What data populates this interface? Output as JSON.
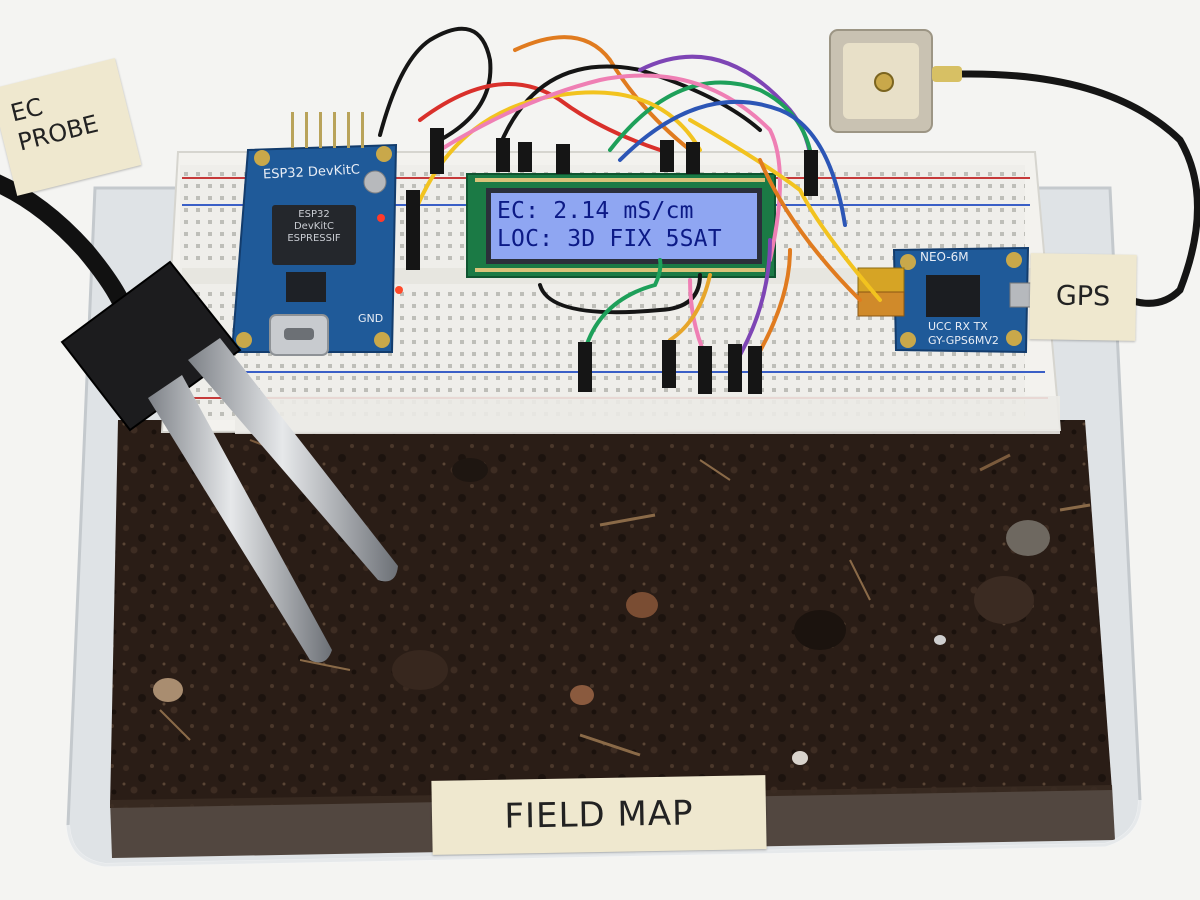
{
  "lcd": {
    "line1": "EC: 2.14 mS/cm",
    "line2": "LOC: 3D FIX 5SAT"
  },
  "labels": {
    "ec_probe_line1": "EC",
    "ec_probe_line2": "PROBE",
    "gps": "GPS",
    "field_map": "FIELD MAP"
  },
  "esp32": {
    "board_name": "ESP32 DevKitC",
    "chip_line1": "ESP32",
    "chip_line2": "DevKitC",
    "chip_line3": "ESPRESSIF",
    "gnd_label": "GND"
  },
  "gps_module": {
    "model": "NEO-6M",
    "pins": "UCC RX TX",
    "board": "GY-GPS6MV2"
  },
  "colors": {
    "lcd_backlight": "#8fa6f2",
    "lcd_text": "#0c1a86",
    "pcb_blue": "#1f5a99",
    "soil": "#2a1d16",
    "tape": "#efe8cf"
  }
}
